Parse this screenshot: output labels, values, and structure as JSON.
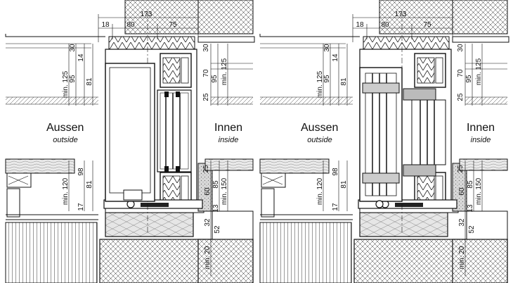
{
  "panels": [
    {
      "id": "left",
      "variant": "fixed",
      "labels": {
        "outside_de": "Aussen",
        "outside_en": "outside",
        "inside_de": "Innen",
        "inside_en": "inside"
      },
      "dims": {
        "top_total": "173",
        "top_18": "18",
        "top_80": "80",
        "top_75": "75",
        "d30a": "30",
        "d14": "14",
        "min125_l": "min. 125",
        "d95_l": "95",
        "d81_top": "81",
        "d30b": "30",
        "d70": "70",
        "d95_r": "95",
        "min125_r": "min. 125",
        "d25_top": "25",
        "min120": "min. 120",
        "d98": "98",
        "d81_bot": "81",
        "d17": "17",
        "d25_bot": "25",
        "d60": "60",
        "d85": "85",
        "min150": "min. 150",
        "d13": "13",
        "d32": "32",
        "d52": "52",
        "min20": "min. 20"
      }
    },
    {
      "id": "right",
      "variant": "sliding",
      "labels": {
        "outside_de": "Aussen",
        "outside_en": "outside",
        "inside_de": "Innen",
        "inside_en": "inside"
      },
      "dims": {
        "top_total": "173",
        "top_18": "18",
        "top_80": "80",
        "top_75": "75",
        "d30a": "30",
        "d14": "14",
        "min125_l": "min. 125",
        "d95_l": "95",
        "d81_top": "81",
        "d30b": "30",
        "d70": "70",
        "d95_r": "95",
        "min125_r": "min. 125",
        "d25_top": "25",
        "min120": "min. 120",
        "d98": "98",
        "d81_bot": "81",
        "d17": "17",
        "d25_bot": "25",
        "d60": "60",
        "d85": "85",
        "min150": "min. 150",
        "d13": "13",
        "d32": "32",
        "d52": "52",
        "min20": "min. 20"
      }
    }
  ]
}
